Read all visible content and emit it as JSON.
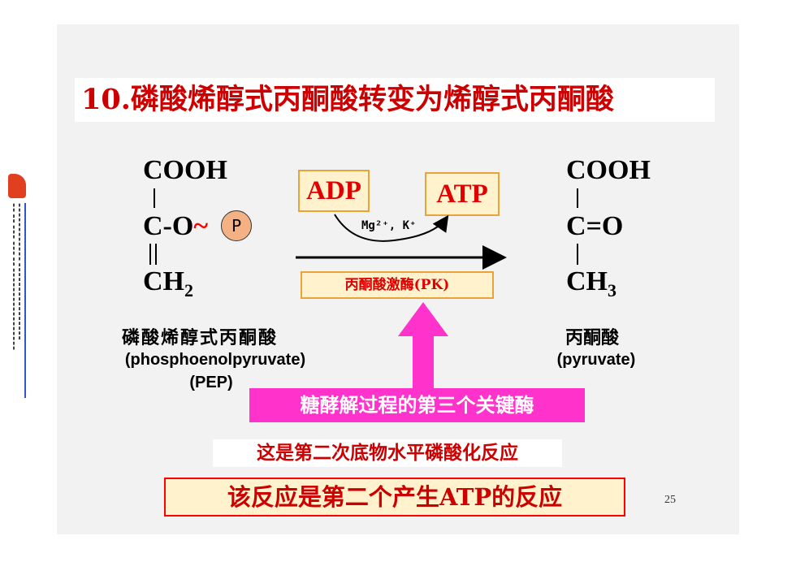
{
  "title": "10.磷酸烯醇式丙酮酸转变为烯醇式丙酮酸",
  "pep": {
    "cooh": "COOH",
    "co": "C-O",
    "tilde": "~",
    "p": "P",
    "ch2": "CH",
    "ch2_sub": "2",
    "name_cn": "磷酸烯醇式丙酮酸",
    "name_en": "(phosphoenolpyruvate)",
    "abbr": "(PEP)"
  },
  "pyruvate": {
    "cooh": "COOH",
    "co": "C=O",
    "ch3": "CH",
    "ch3_sub": "3",
    "name_cn": "丙酮酸",
    "name_en": "(pyruvate)"
  },
  "reaction": {
    "adp": "ADP",
    "atp": "ATP",
    "cofactors": "Mg²⁺, K⁺",
    "enzyme": "丙酮酸激酶(PK)"
  },
  "key_enzyme_note": "糖酵解过程的第三个关键酶",
  "note_substrate_level": "这是第二次底物水平磷酸化反应",
  "note_atp": "该反应是第二个产生ATP的反应",
  "page_number": "25",
  "colors": {
    "title_red": "#cc0000",
    "box_fill": "#fff2cc",
    "box_border": "#e8a33a",
    "magenta": "#ff33cc",
    "slide_bg": "#f2f2f2"
  }
}
